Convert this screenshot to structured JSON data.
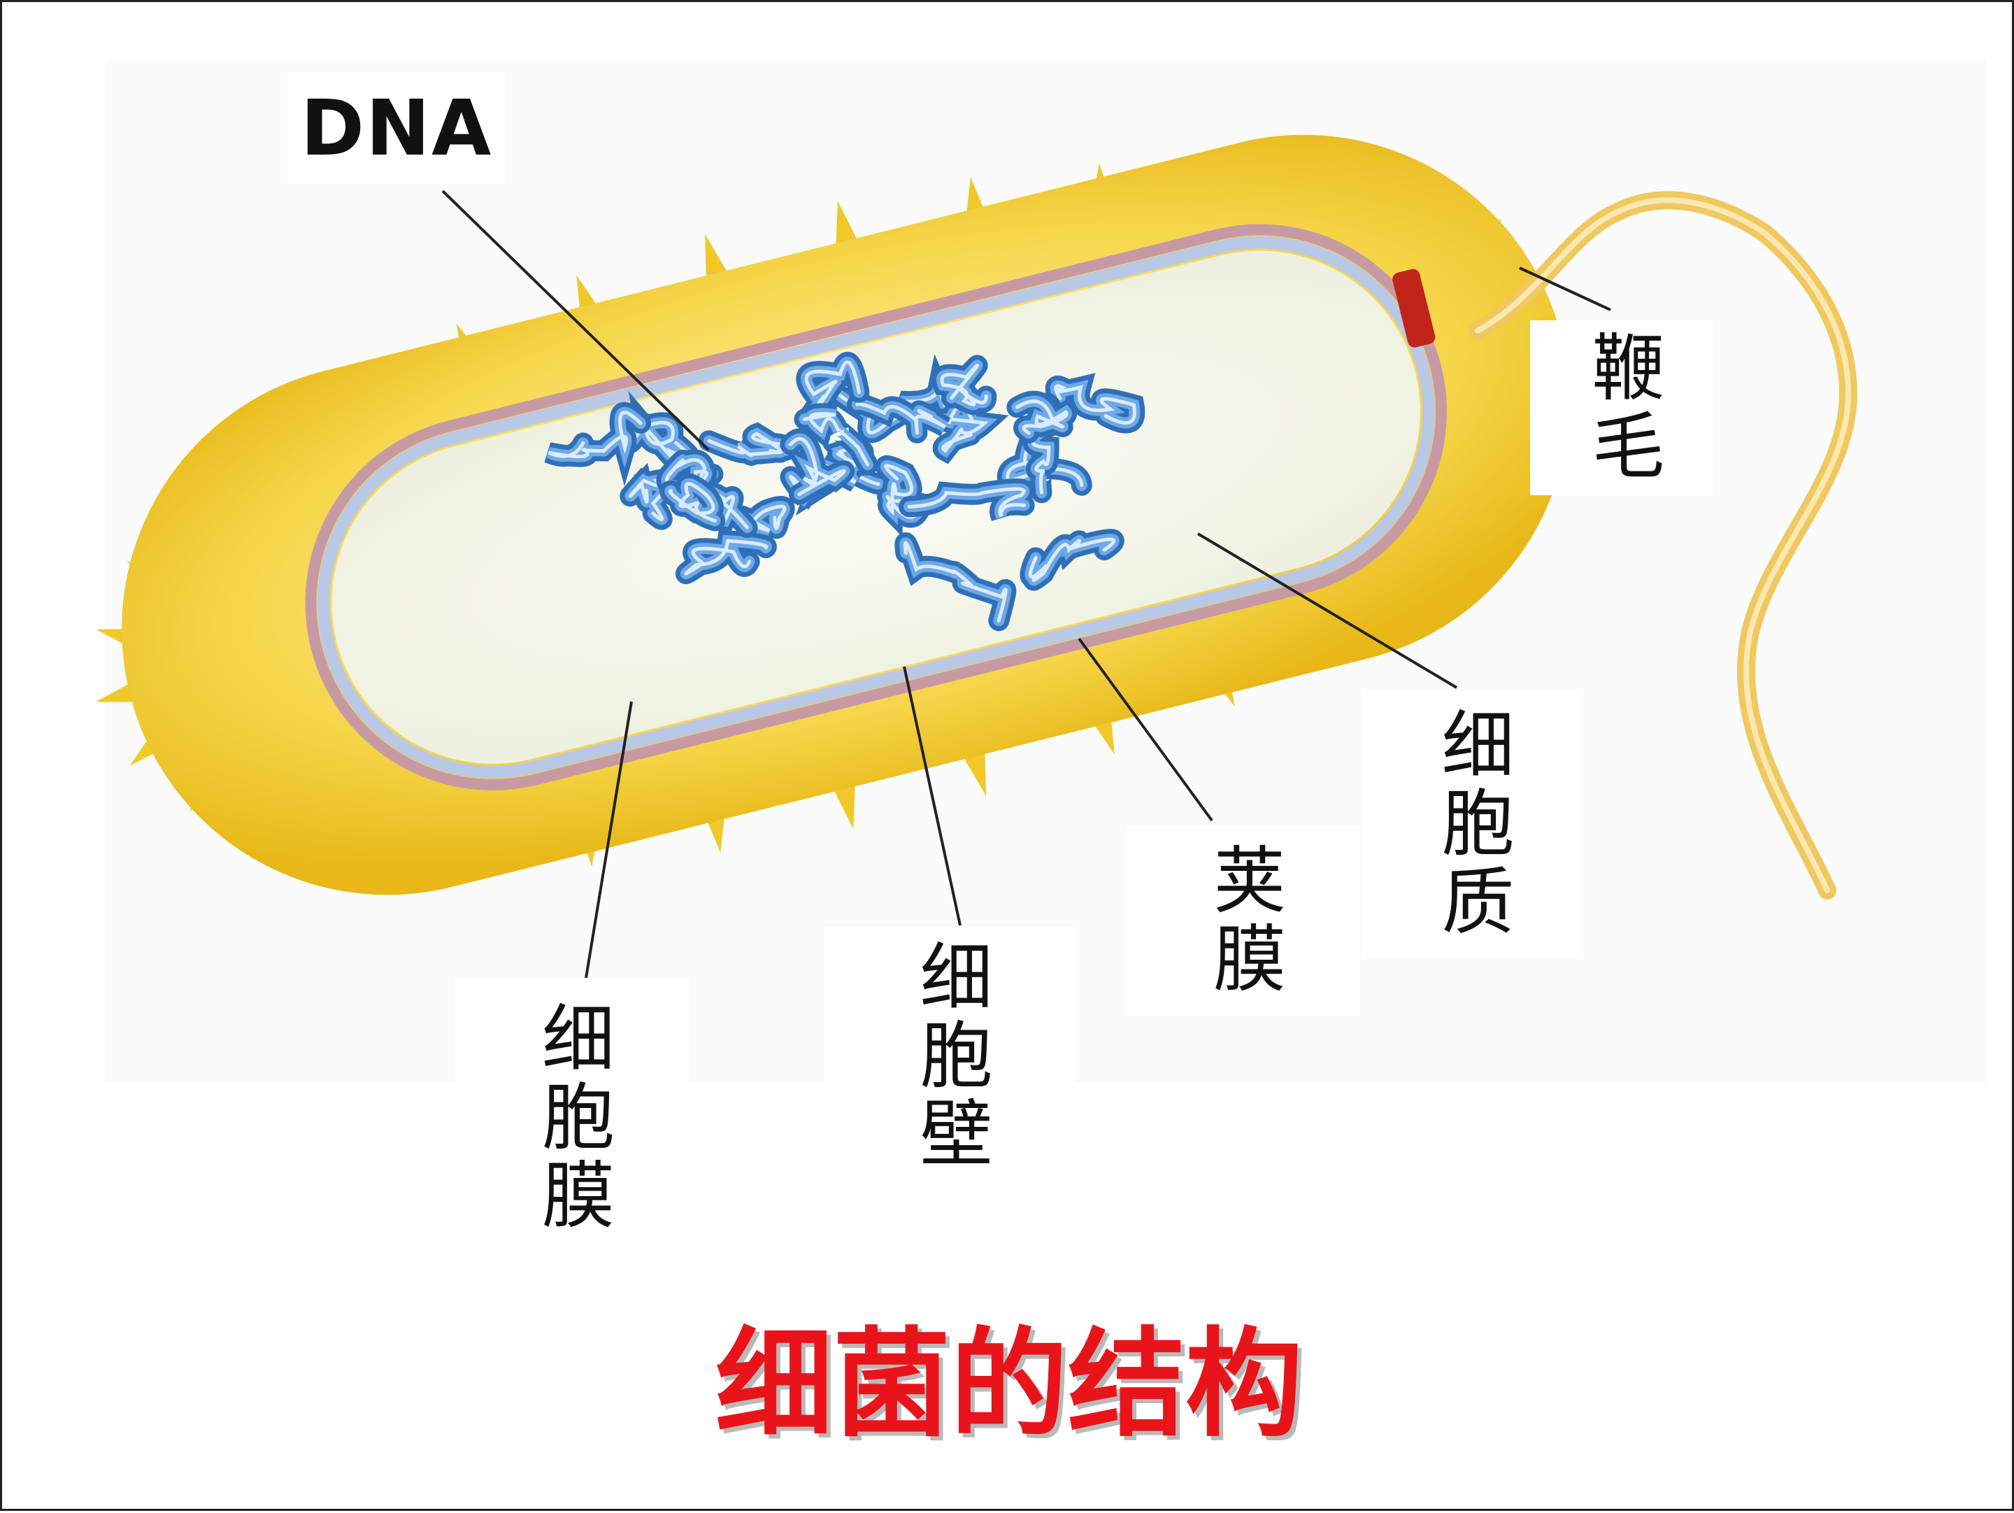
{
  "labels": {
    "dna": "DNA",
    "flagellum": "鞭毛",
    "cytoplasm": "细胞质",
    "capsule": "荚膜",
    "cell_wall": "细胞壁",
    "cell_membrane": "细胞膜"
  },
  "title": "细菌的结构",
  "colors": {
    "capsule": "#f2cc2a",
    "cell_wall": "#c9a0a8",
    "membrane": "#b7c6e0",
    "cytoplasm": "#f4f6ea",
    "dna": "#4a8ed6",
    "flagellum": "#f2d57e",
    "title": "#e8141a"
  }
}
